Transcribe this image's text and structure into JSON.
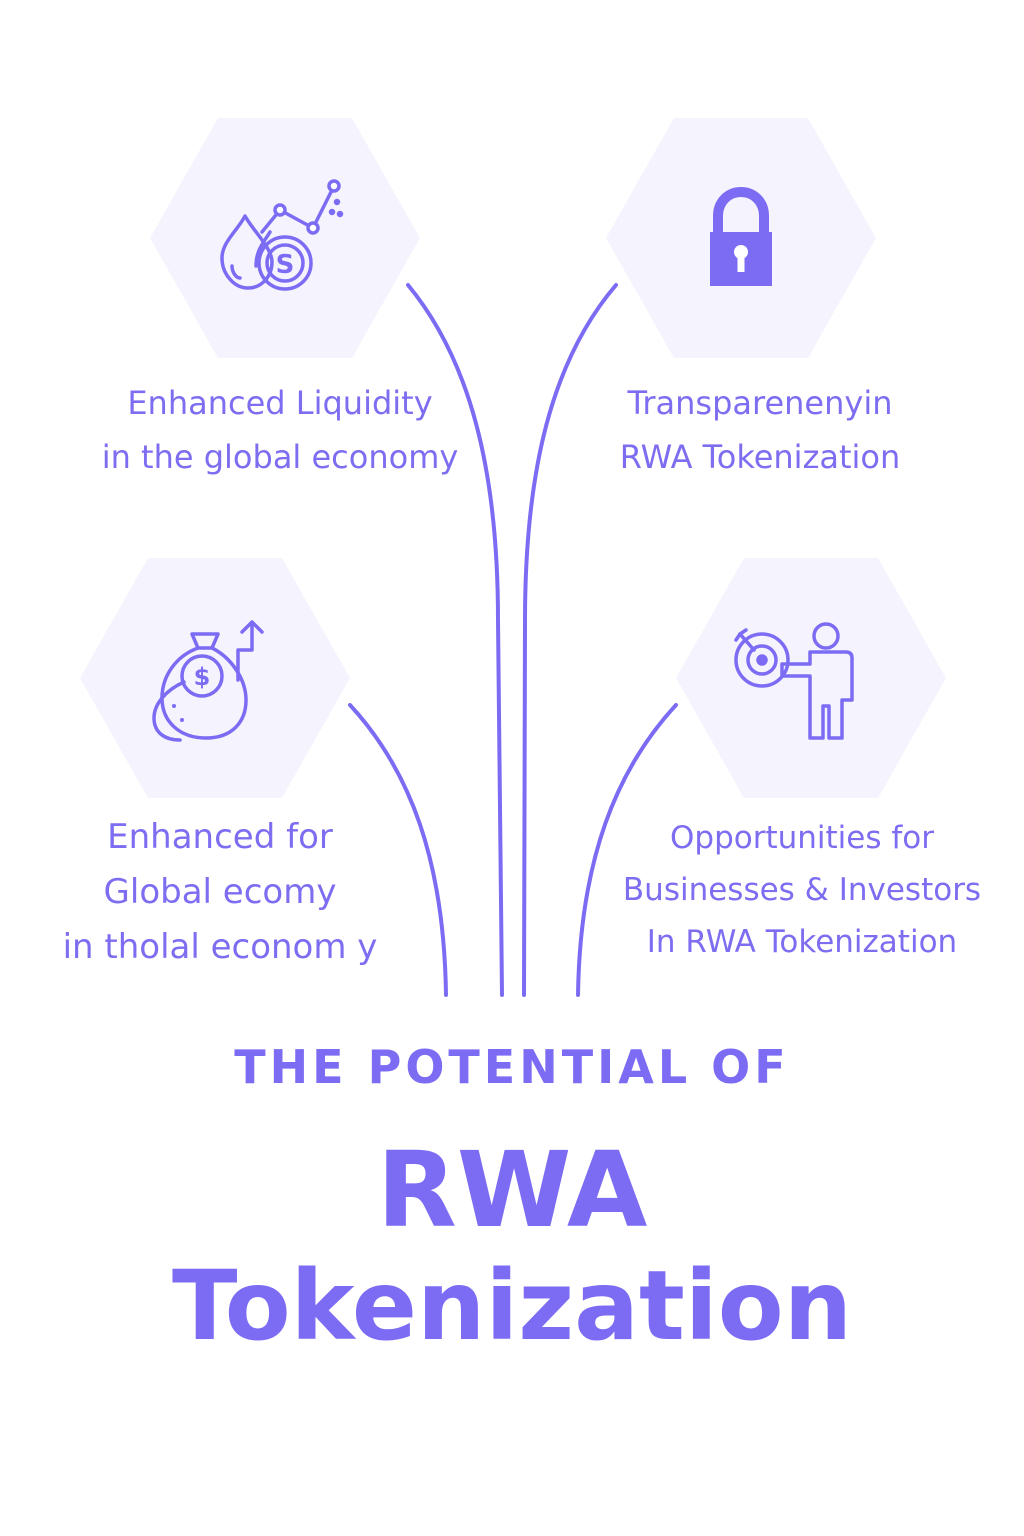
{
  "colors": {
    "accent": "#7b6cf3",
    "hexagon_fill": "#f5f3fd",
    "text": "#7d6df0"
  },
  "features": [
    {
      "icon": "liquidity-drop-coin-chart-icon",
      "lines": [
        "Enhanced Liquidity",
        "in the global economy"
      ]
    },
    {
      "icon": "padlock-icon",
      "lines": [
        "Transparenenyin",
        "RWA Tokenization"
      ]
    },
    {
      "icon": "money-bag-growth-icon",
      "lines": [
        "Enhanced  for",
        "Global ecomy",
        "in tholal econom y"
      ]
    },
    {
      "icon": "person-target-icon",
      "lines": [
        "Opportunities for",
        "Businesses & Investors",
        "In RWA Tokenization"
      ]
    }
  ],
  "heading": {
    "kicker": "THE  POTENTIAL OF",
    "line1": "RWA",
    "line2": "Tokenization"
  }
}
